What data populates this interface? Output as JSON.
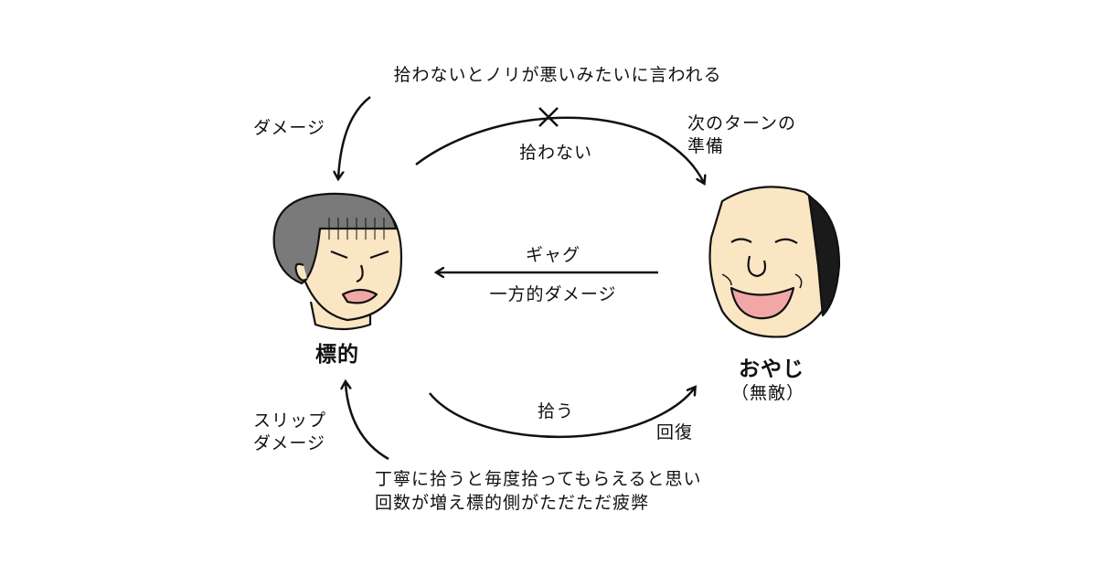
{
  "top_note": "拾わないとノリが悪いみたいに言われる",
  "left_top_label": "ダメージ",
  "top_arrow_label": "拾わない",
  "right_top_label": [
    "次のターンの",
    "準備"
  ],
  "middle_arrow_top_label": "ギャグ",
  "middle_arrow_bottom_label": "一方的ダメージ",
  "target_label": "標的",
  "oyaji_label": "おやじ",
  "oyaji_sublabel": "（無敵）",
  "bottom_arrow_label": "拾う",
  "recovery_label": "回復",
  "left_bottom_label": [
    "スリップ",
    "ダメージ"
  ],
  "bottom_note": [
    "丁寧に拾うと毎度拾ってもらえると思い",
    "回数が増え標的側がただただ疲弊"
  ],
  "colors": {
    "line": "#111111",
    "skin": "#fbe6c4",
    "hair": "#7a7a7a",
    "oyaji_hair": "#1a1a1a",
    "mouth": "#f2a7a7"
  }
}
